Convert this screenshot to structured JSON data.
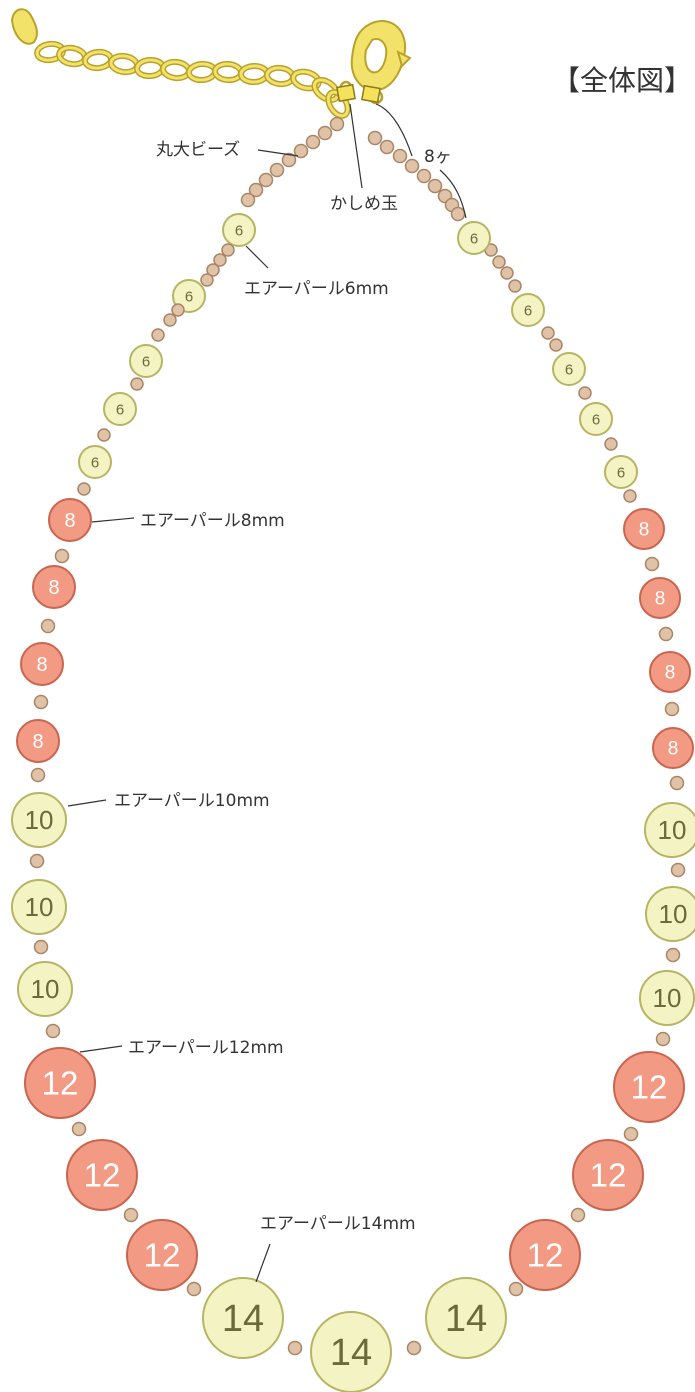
{
  "title": "【全体図】",
  "labels": {
    "round_beads": "丸大ビーズ",
    "crimp_bead": "かしめ玉",
    "count": "8ヶ",
    "pearl_6": "エアーパール6mm",
    "pearl_8": "エアーパール8mm",
    "pearl_10": "エアーパール10mm",
    "pearl_12": "エアーパール12mm",
    "pearl_14": "エアーパール14mm"
  },
  "pearl_sizes": {
    "size_6": "6",
    "size_8": "8",
    "size_10": "10",
    "size_12": "12",
    "size_14": "14"
  },
  "colors": {
    "gold": "#f3e26a",
    "gold_stroke": "#b9a22a",
    "bead": "#e0c2a6",
    "bead_stroke": "#a98466",
    "pearl_light": "#f4f3c4",
    "pearl_light_stroke": "#b7b463",
    "pearl_light_text": "#6b6a3c",
    "pearl_coral": "#f39a84",
    "pearl_coral_stroke": "#c8664f",
    "pearl_coral_text": "#ffffff",
    "leader": "#333333"
  }
}
